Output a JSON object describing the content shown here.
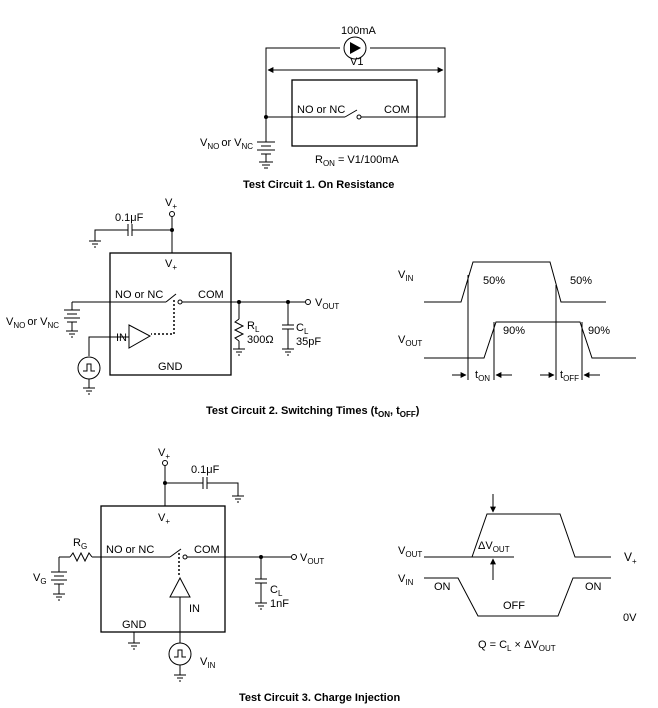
{
  "circuit1": {
    "current_label": "100mA",
    "v1_label": "V1",
    "switch_left": "NO or NC",
    "switch_right": "COM",
    "source_main": "V",
    "source_sub": "NO",
    "source_or": "or V",
    "source_sub2": "NC",
    "ron_main": "R",
    "ron_sub": "ON",
    "ron_expr": "= V1/100mA",
    "caption": "Test Circuit 1. On Resistance"
  },
  "circuit2": {
    "vplus_main": "V",
    "vplus_sub": "+",
    "cap_label": "0.1μF",
    "switch_left": "NO or NC",
    "switch_right": "COM",
    "in_label": "IN",
    "gnd_label": "GND",
    "rl_main": "R",
    "rl_sub": "L",
    "rl_value": "300Ω",
    "cl_main": "C",
    "cl_sub": "L",
    "cl_value": "35pF",
    "vout_main": "V",
    "vout_sub": "OUT",
    "source_main": "V",
    "source_sub": "NO",
    "source_or": "or V",
    "source_sub2": "NC",
    "wave_vin_main": "V",
    "wave_vin_sub": "IN",
    "wave_vout_main": "V",
    "wave_vout_sub": "OUT",
    "pct50_a": "50%",
    "pct50_b": "50%",
    "pct90_a": "90%",
    "pct90_b": "90%",
    "ton_main": "t",
    "ton_sub": "ON",
    "toff_main": "t",
    "toff_sub": "OFF",
    "caption_pre": "Test Circuit 2. Switching Times (t",
    "caption_sub1": "ON",
    "caption_mid": ", t",
    "caption_sub2": "OFF",
    "caption_post": ")"
  },
  "circuit3": {
    "vplus_main": "V",
    "vplus_sub": "+",
    "cap_label": "0.1μF",
    "switch_left": "NO or NC",
    "switch_right": "COM",
    "in_label": "IN",
    "gnd_label": "GND",
    "rg_main": "R",
    "rg_sub": "G",
    "vg_main": "V",
    "vg_sub": "G",
    "cl_main": "C",
    "cl_sub": "L",
    "cl_value": "1nF",
    "vout_main": "V",
    "vout_sub": "OUT",
    "vin_main": "V",
    "vin_sub": "IN",
    "wave_vout_main": "V",
    "wave_vout_sub": "OUT",
    "wave_vin_main": "V",
    "wave_vin_sub": "IN",
    "delta_main": "ΔV",
    "delta_sub": "OUT",
    "vplus_right_main": "V",
    "vplus_right_sub": "+",
    "on_left": "ON",
    "on_right": "ON",
    "off_label": "OFF",
    "zero_v": "0V",
    "q_pre": "Q = C",
    "q_sub1": "L",
    "q_mid": " × ΔV",
    "q_sub2": "OUT",
    "caption": "Test Circuit 3. Charge Injection"
  }
}
